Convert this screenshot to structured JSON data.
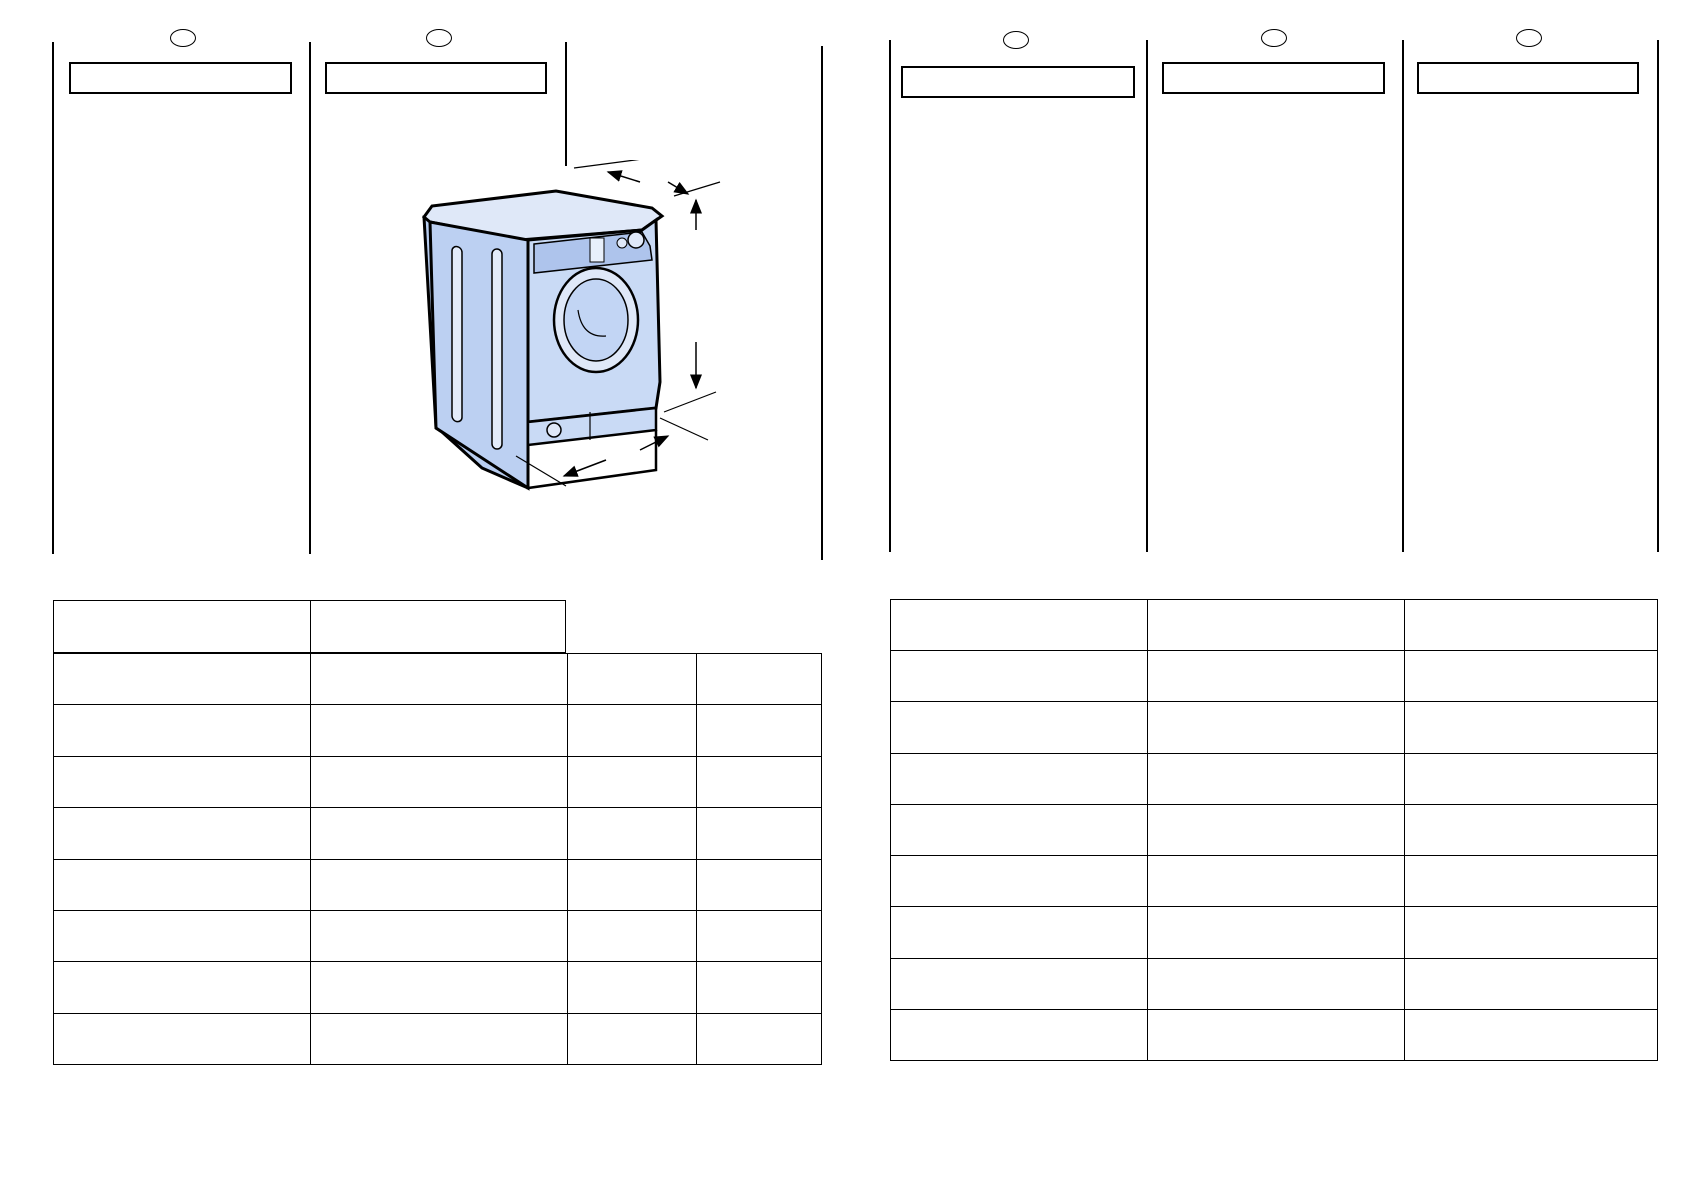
{
  "document": {
    "left_page": {
      "columns": 2,
      "table_rows": 8
    },
    "right_page": {
      "columns": 3,
      "table_rows": 9
    }
  },
  "colors": {
    "line": "#000000",
    "appliance_body": "#c9daf5",
    "appliance_shadow": "#9fb6e0",
    "appliance_highlight": "#e8f0fc"
  }
}
